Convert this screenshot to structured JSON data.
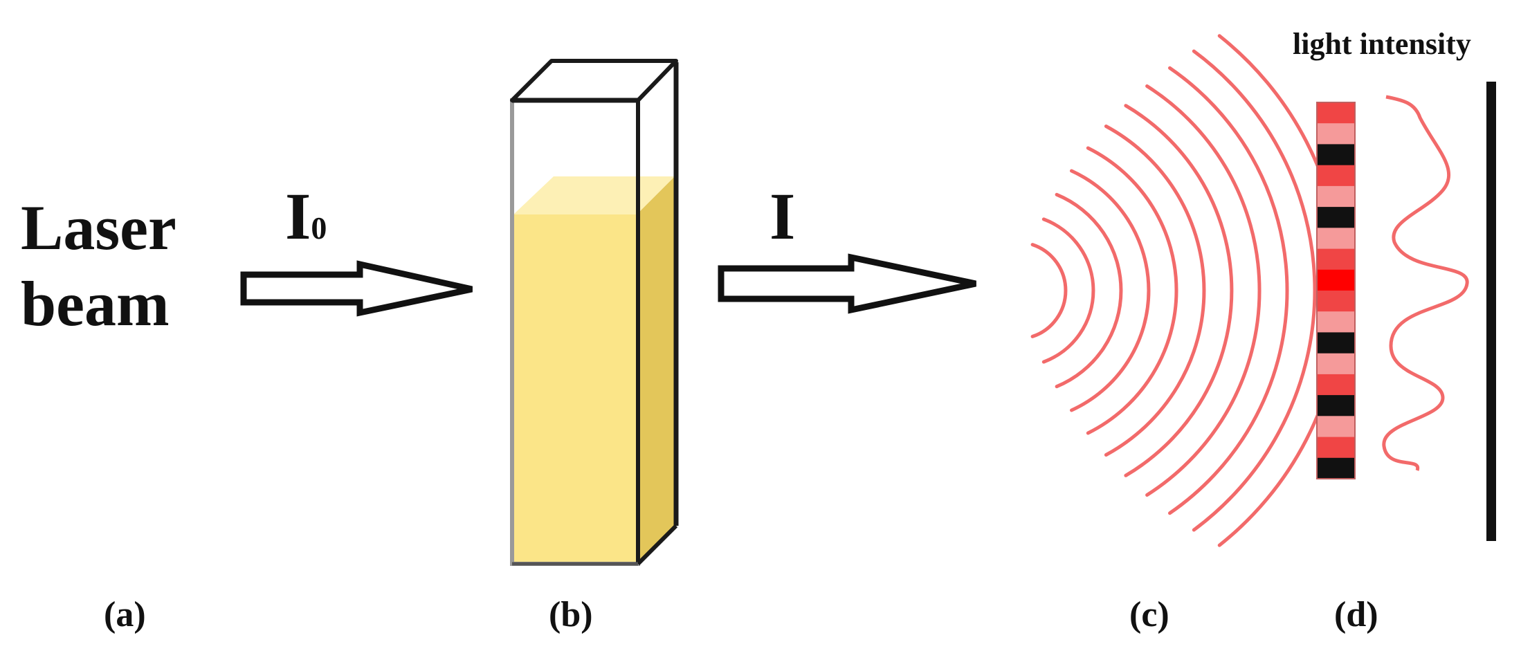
{
  "labels": {
    "source_line1": "Laser",
    "source_line2": "beam",
    "incident_main": "I",
    "incident_sub": "0",
    "transmitted": "I",
    "intensity_title": "light intensity",
    "panel_a": "(a)",
    "panel_b": "(b)",
    "panel_c": "(c)",
    "panel_d": "(d)"
  },
  "colors": {
    "wave": "#f26a6a",
    "fringe_bright": "#ff0000",
    "fringe_light": "#f59a9a",
    "fringe_dark": "#111111",
    "liquid_front": "#fbe588",
    "liquid_side": "#e3c65a",
    "liquid_top": "#fdf0b5",
    "outline": "#222222"
  },
  "diagram": {
    "wavefront_count": 11,
    "fringe_pattern": [
      "mid",
      "light",
      "dark",
      "mid",
      "light",
      "dark",
      "light",
      "mid",
      "bright",
      "mid",
      "light",
      "dark",
      "light",
      "mid",
      "dark",
      "light",
      "mid",
      "dark"
    ]
  }
}
